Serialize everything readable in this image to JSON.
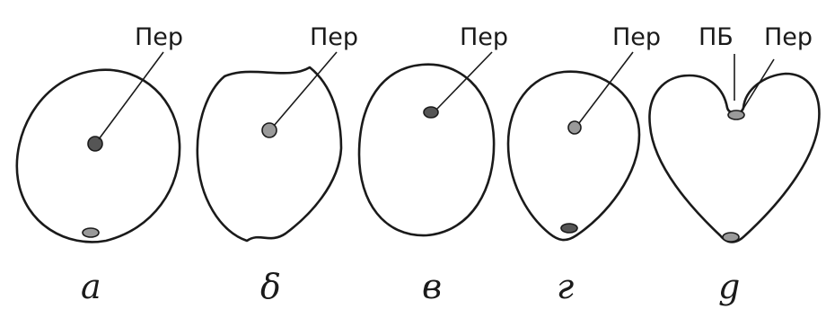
{
  "figure": {
    "panels": [
      {
        "id": "a",
        "caption": "а",
        "labels": [
          "Пер"
        ]
      },
      {
        "id": "b",
        "caption": "δ",
        "labels": [
          "Пер"
        ]
      },
      {
        "id": "v",
        "caption": "в",
        "labels": [
          "Пер"
        ]
      },
      {
        "id": "g",
        "caption": "г",
        "labels": [
          "Пер"
        ]
      },
      {
        "id": "d",
        "caption": "g",
        "labels": [
          "ПБ",
          "Пер"
        ]
      }
    ]
  },
  "colors": {
    "ink": "#1a1a1a",
    "background": "#ffffff"
  }
}
